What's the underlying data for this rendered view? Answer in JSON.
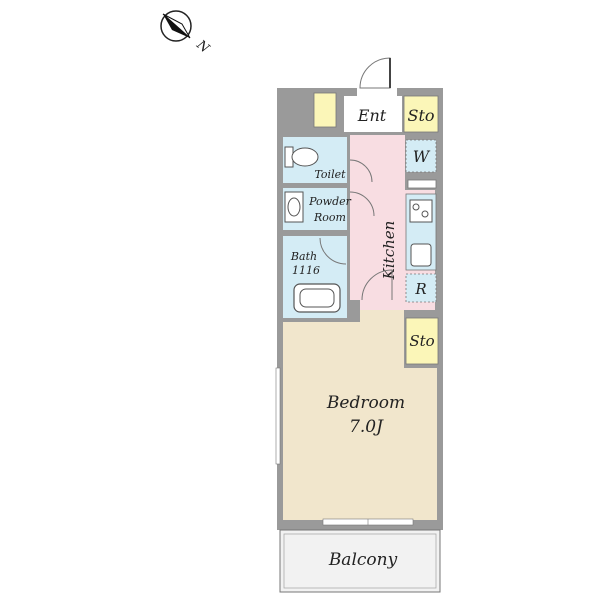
{
  "compass": {
    "letter": "N"
  },
  "rooms": {
    "entrance": "Ent",
    "storage_top": "Sto",
    "washer": "W",
    "toilet": "Toilet",
    "powder_1": "Powder",
    "powder_2": "Room",
    "kitchen": "Kitchen",
    "bath_1": "Bath",
    "bath_2": "1116",
    "fridge": "R",
    "storage_mid": "Sto",
    "bedroom": "Bedroom",
    "bedroom_size": "7.0J",
    "balcony": "Balcony"
  },
  "colors": {
    "wall": "#9a9a9a",
    "bedroom_floor": "#f1e6cc",
    "wet_area": "#d4ecf5",
    "hall": "#f8dde2",
    "storage": "#fbf6b8",
    "balcony": "#f2f2f2"
  }
}
